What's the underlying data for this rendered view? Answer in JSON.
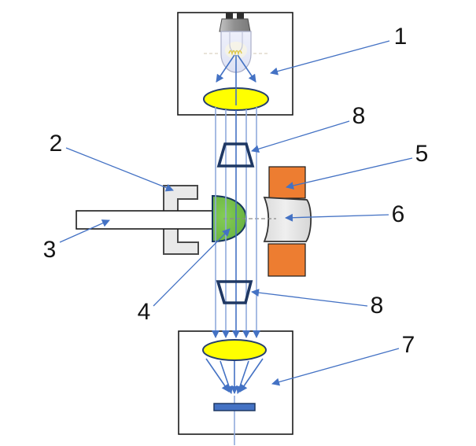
{
  "diagram": {
    "kind": "optical-instrument-schematic",
    "background": "#ffffff",
    "colors": {
      "lens_yellow": "#FFFF00",
      "outline_navy": "#1F3864",
      "coil_orange": "#ED7D31",
      "condenser_green": "#6FBF44",
      "ray_blue": "#4472C4",
      "ray_light_blue": "#8FAADC",
      "metal_gray": "#E9E9E9",
      "detector_blue": "#4472C4"
    },
    "labels": [
      {
        "text": "1"
      },
      {
        "text": "2"
      },
      {
        "text": "3"
      },
      {
        "text": "4"
      },
      {
        "text": "5"
      },
      {
        "text": "6"
      },
      {
        "text": "7"
      },
      {
        "text": "8"
      },
      {
        "text": "8"
      }
    ]
  }
}
